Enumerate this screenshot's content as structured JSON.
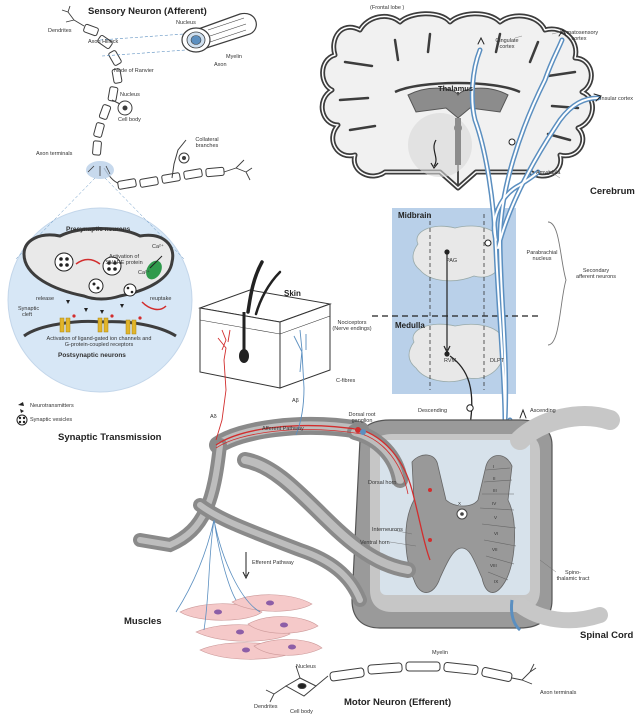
{
  "titles": {
    "sensory_neuron": "Sensory Neuron (Afferent)",
    "synaptic_transmission": "Synaptic Transmission",
    "cerebrum": "Cerebrum",
    "spinal_cord": "Spinal Cord",
    "muscles": "Muscles",
    "motor_neuron": "Motor Neuron (Efferent)",
    "skin": "Skin",
    "midbrain": "Midbrain",
    "medulla": "Medulla",
    "thalamus": "Thalamus"
  },
  "sensory_labels": {
    "dendrites": "Dendrites",
    "axon_hillock": "Axon Hillock",
    "node_ranvier": "Node of Ranvier",
    "nucleus_top": "Nucleus",
    "myelin": "Myelin",
    "axon": "Axon",
    "nucleus": "Nucleus",
    "cell_body": "Cell body",
    "collateral": "Collateral branches",
    "axon_terminals": "Axon terminals"
  },
  "synapse_labels": {
    "presynaptic": "Presynaptic neurons",
    "postsynaptic": "Postsynaptic neurons",
    "activation_snare": "Activation of SNARE protein",
    "ca_top": "Ca²⁺",
    "ca_left": "Ca²⁺",
    "release": "release",
    "reuptake": "reuptake",
    "synaptic_cleft": "Synaptic cleft",
    "activation_ligand": "Activation of ligand-gated ion channels and G-protein-coupled receptors",
    "legend_neurotransmitters": "Neurotransmitters",
    "legend_vesicles": "Synaptic vesicles"
  },
  "brain_labels": {
    "frontal_lobe": "(Frontal lobe )",
    "cingulate": "Cingulate cortex",
    "somatosensory": "Somatosensory cortex",
    "insular": "Insular cortex",
    "amygdala": "Amygdala",
    "pag": "PAG",
    "parabrachial": "Parabrachial nucleus",
    "secondary": "Secondary afferent neurons",
    "rvm": "RVM",
    "dlpt": "DLPT",
    "descending": "Descending",
    "ascending": "Ascending"
  },
  "skin_labels": {
    "nociceptors": "Nociceptors (Nerve endings)",
    "a_delta": "Aδ",
    "a_beta": "Aβ",
    "c_fibres": "C-fibres",
    "afferent_pathway": "Afferent Pathway"
  },
  "spinal_labels": {
    "drg": "Dorsal root ganglion",
    "dorsal_horn": "Dorsal horn",
    "interneurons": "Interneurons",
    "ventral_horn": "Ventral horn",
    "spinothalamic": "Spino-thalamic tract",
    "efferent_pathway": "Efferent Pathway",
    "laminae": [
      "I",
      "II",
      "III",
      "IV",
      "V",
      "VI",
      "VII",
      "VIII",
      "IX",
      "X"
    ]
  },
  "motor_labels": {
    "nucleus": "Nucleus",
    "myelin": "Myelin",
    "dendrites": "Dendrites",
    "cell_body": "Cell body",
    "axon_terminals": "Axon terminals"
  },
  "colors": {
    "outline": "#3d3d3d",
    "brain_fill": "#f1f1f1",
    "nerve_blue": "#5b8fc0",
    "nerve_blue_light": "#cfe0f0",
    "brainstem_box": "#b9d0e9",
    "red_fibre": "#d22d2d",
    "synapse_blue": "#d7e7f6",
    "synapse_fill": "#e9e9e9",
    "muscle_pink": "#f5c9c9",
    "muscle_nucleus": "#8d5ea7",
    "cord_grey": "#9a9a9a",
    "gold": "#e1b52b",
    "green": "#2f9a4c"
  }
}
